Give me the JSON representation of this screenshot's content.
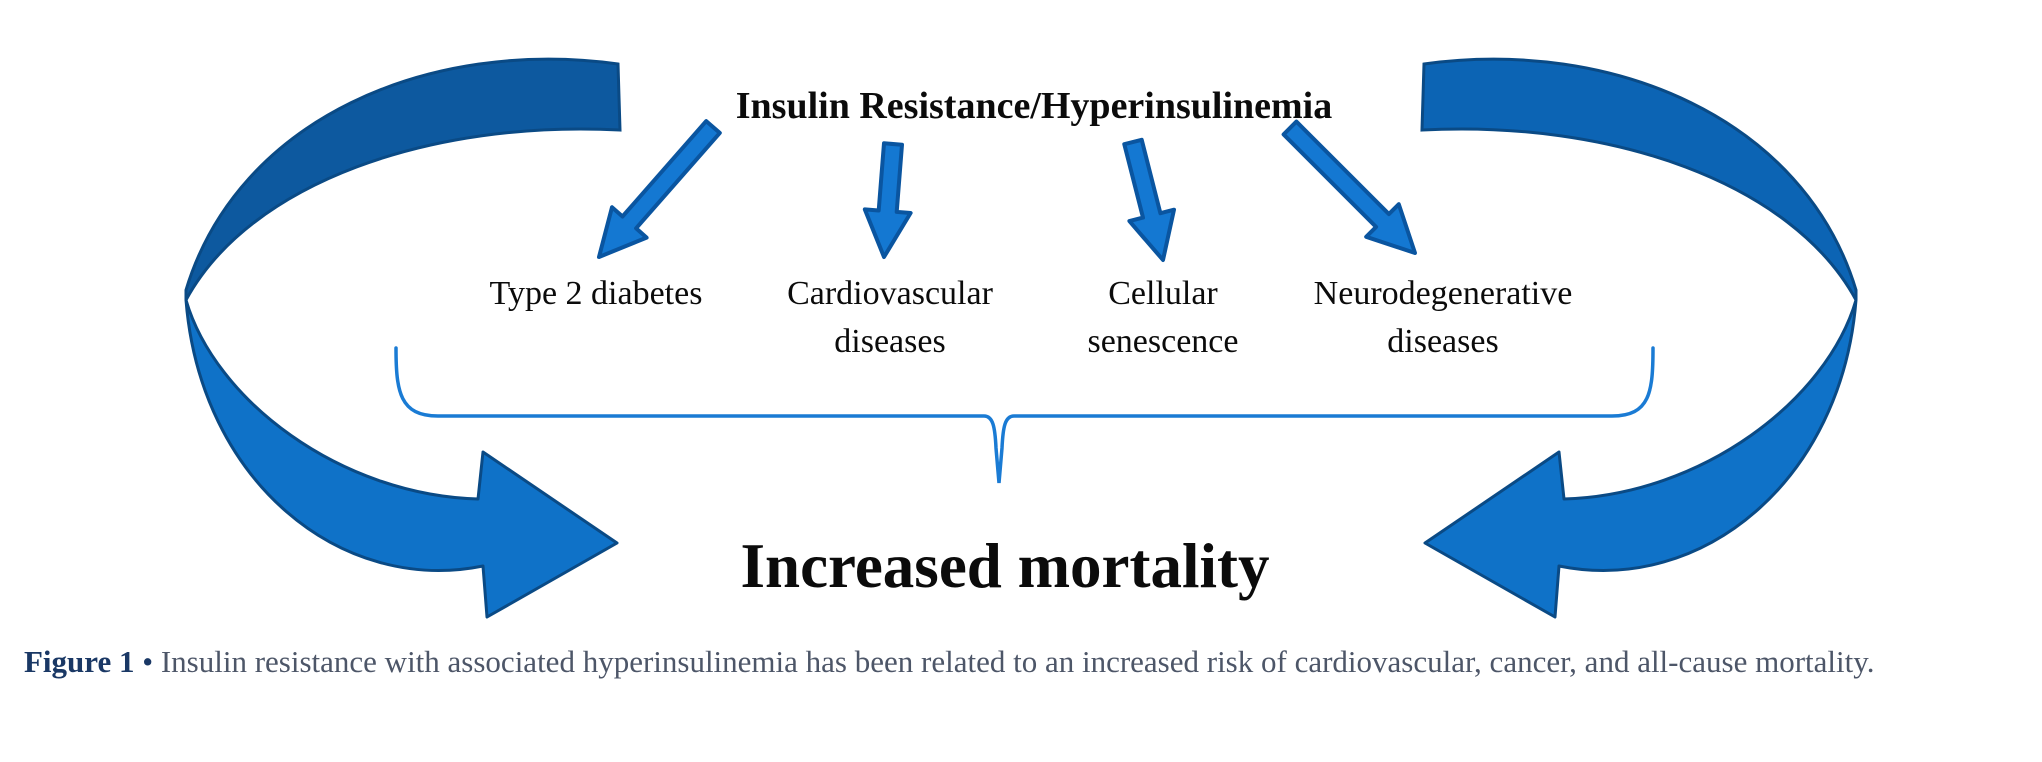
{
  "diagram": {
    "title": "Insulin Resistance/Hyperinsulinemia",
    "outcomes": [
      "Type 2 diabetes",
      "Cardiovascular diseases",
      "Cellular senescence",
      "Neurodegenerative diseases"
    ],
    "result": "Increased mortality"
  },
  "caption": {
    "label": "Figure 1",
    "bullet": "•",
    "text": "Insulin resistance with associated hyperinsulinemia has been related to an increased risk of cardiovascular, cancer, and all-cause mortality."
  },
  "colors": {
    "ribbon_dark_left": "#0d599f",
    "ribbon_dark_right": "#0c64b4",
    "ribbon_light": "#0f72c8",
    "ribbon_edge": "#0a4a85",
    "small_arrow_fill": "#1478d2",
    "small_arrow_edge": "#0a55a0",
    "brace_blue": "#1a7bd4",
    "caption_label_color": "#1a3865",
    "caption_text_color": "#4d5668"
  }
}
